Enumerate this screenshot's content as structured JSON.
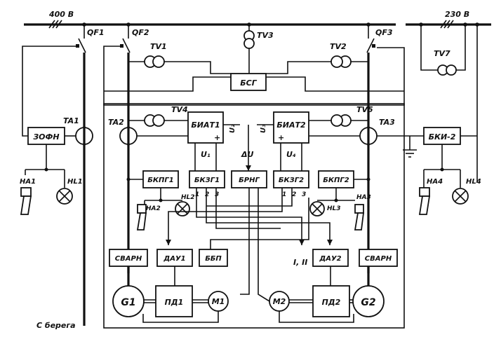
{
  "labels": {
    "v400": "400 В",
    "v230": "230 В",
    "qf1": "QF1",
    "qf2": "QF2",
    "qf3": "QF3",
    "tv1": "TV1",
    "tv2": "TV2",
    "tv3": "TV3",
    "tv4": "TV4",
    "tv5": "TV5",
    "tv7": "TV7",
    "bsg": "БСГ",
    "ta1": "TA1",
    "ta2": "TA2",
    "ta3": "TA3",
    "zofn": "ЗОФН",
    "biat1": "БИАТ1",
    "biat2": "БИАТ2",
    "bki2": "БКИ-2",
    "u1": "U₁",
    "u2": "U₂",
    "u3": "U₃",
    "u4": "U₄",
    "du": "ΔU",
    "ha1": "HA1",
    "hl1": "HL1",
    "ha2": "HA2",
    "hl2": "HL2",
    "ha3": "HA3",
    "hl3": "HL3",
    "ha4": "HA4",
    "hl4": "HL4",
    "bkpg1": "БКПГ1",
    "bkzg1": "БКЗГ1",
    "brng": "БРНГ",
    "bkzg2": "БКЗГ2",
    "bkpg2": "БКПГ2",
    "svarn1": "СВАРН",
    "svarn2": "СВАРН",
    "dau1": "ДАУ1",
    "dau2": "ДАУ2",
    "bbp": "ББП",
    "g1": "G1",
    "g2": "G2",
    "pd1": "ПД1",
    "pd2": "ПД2",
    "m1": "M1",
    "m2": "M2",
    "n1": "1",
    "n2": "2",
    "n3": "3",
    "roman": "I, II",
    "shore": "С берега"
  }
}
